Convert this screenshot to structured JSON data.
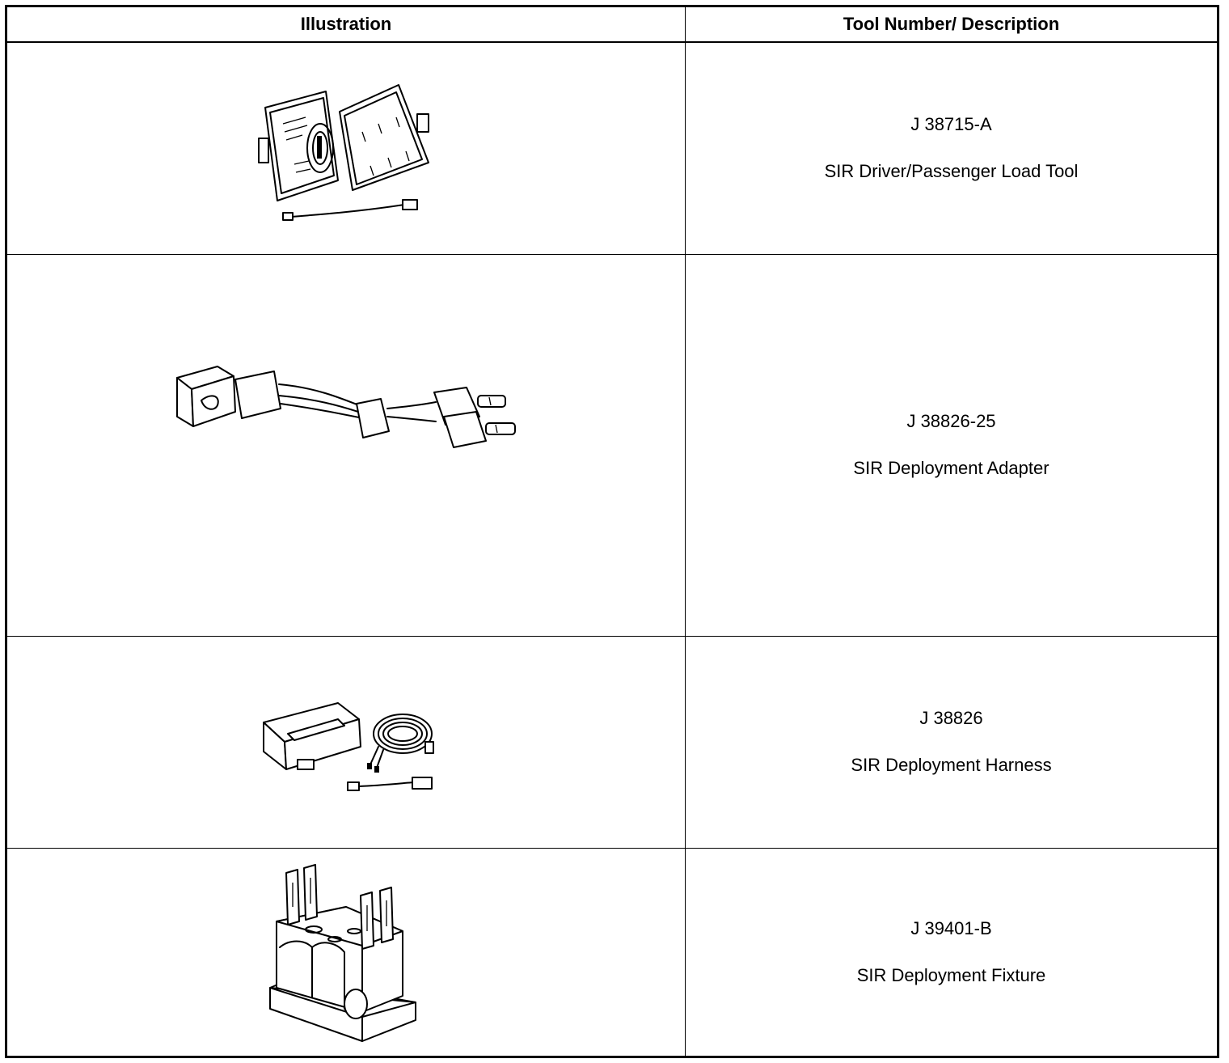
{
  "table": {
    "headers": {
      "illustration": "Illustration",
      "tool": "Tool Number/ Description"
    },
    "rows": [
      {
        "tool_number": "J 38715-A",
        "description": "SIR Driver/Passenger Load Tool",
        "illustration_icon": "load-tool-case-icon"
      },
      {
        "tool_number": "J 38826-25",
        "description": "SIR Deployment Adapter",
        "illustration_icon": "deployment-adapter-cable-icon"
      },
      {
        "tool_number": "J 38826",
        "description": "SIR Deployment Harness",
        "illustration_icon": "deployment-harness-kit-icon"
      },
      {
        "tool_number": "J 39401-B",
        "description": "SIR Deployment Fixture",
        "illustration_icon": "deployment-fixture-icon"
      }
    ]
  }
}
